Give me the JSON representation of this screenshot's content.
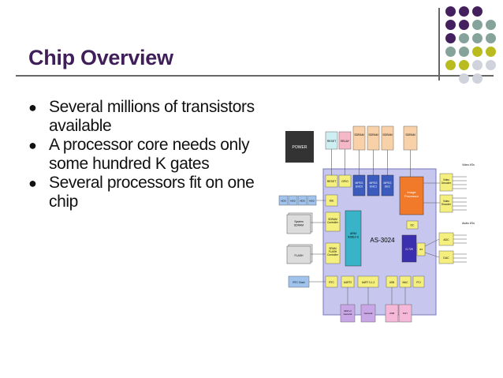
{
  "slide": {
    "title": "Chip Overview",
    "bullets": [
      "Several millions of transistors available",
      "A processor core needs only some hundred K gates",
      "Several processors fit on one chip"
    ],
    "colors": {
      "title": "#3f1e5a",
      "purple": "#44215e",
      "teal": "#86a39b",
      "olive": "#b9bb1e",
      "grey": "#d0d2dc"
    }
  },
  "diagram": {
    "chip_name": "AS-3024",
    "power": "POWER",
    "reset": "RESET",
    "relay": "RELAY",
    "sdram1": "SDRAM",
    "sdram2": "SDRAM",
    "sdram3": "SDRAM",
    "sdram4": "SDRAM",
    "reset_in": "RESET",
    "gpio": "GPIO",
    "mpeg_enc0": "MPEG\nENC0",
    "mpeg_enc1": "MPEG\nENC1",
    "mpeg_dec": "MPEG\nDEC",
    "image_processor": "Image\nProcessor",
    "video_in_label": "Video I/Os",
    "video_decoder": "Video\nDecoder",
    "video_encoder": "Video\nEncoder",
    "hdd": [
      "HDD",
      "HDD",
      "HDD",
      "HDD"
    ],
    "ide": "IDE",
    "sdram_ctrl": "SDRAM\nController",
    "system_sdram": "System\nSDRAM",
    "arm": "ARM\n926EJ-S",
    "sram_ctrl": "SRAM\nFLASH\nController",
    "flash": "FLASH",
    "i2c": "I2C",
    "audio_label": "Audio I/Os",
    "adc": "ADC",
    "dac": "DAC",
    "g729": "G.729",
    "i2s": "I2S",
    "rtc": "RTC",
    "rtc_clock": "RTC Clock",
    "uart2": "UART2",
    "uart01": "UART 0,1,2",
    "usb": "USB",
    "mac": "MAC",
    "pci": "PCI",
    "ada": "ADA or\nGeneral",
    "general": "General",
    "usb_dev": "USB",
    "phy": "PHY"
  }
}
